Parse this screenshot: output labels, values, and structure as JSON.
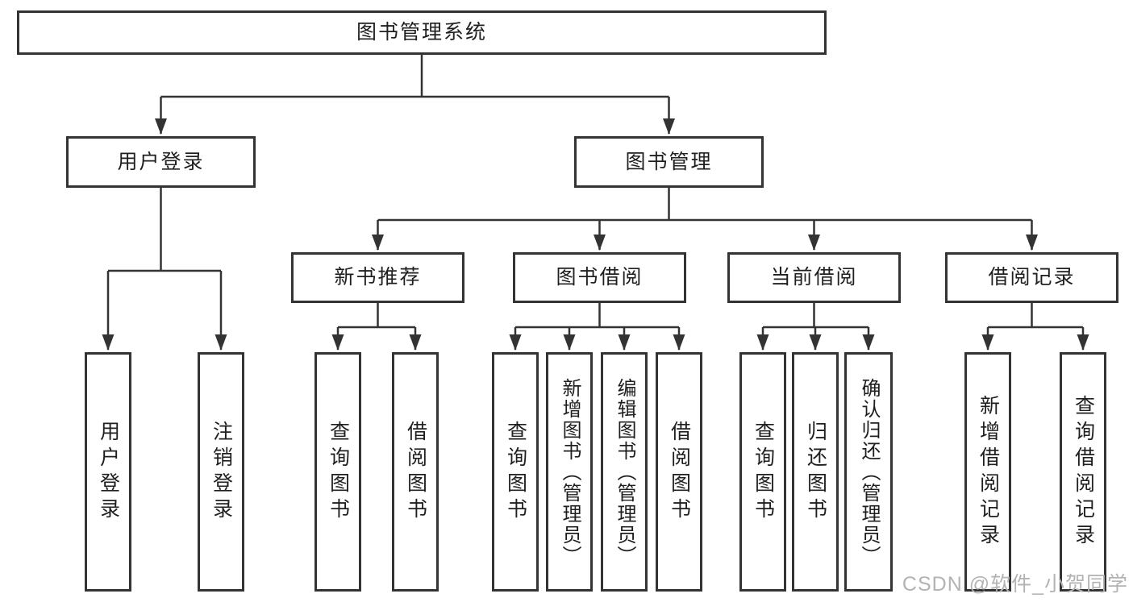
{
  "diagram_title": "图书管理系统",
  "watermark": "CSDN @软件_小贺同学",
  "colors": {
    "line": "#333333",
    "border": "#333333",
    "text": "#1f1f1f",
    "background": "#ffffff",
    "watermark": "#b3b3b3"
  },
  "nodes": {
    "root": {
      "label": "图书管理系统"
    },
    "user_login": {
      "label": "用户登录"
    },
    "book_mgmt": {
      "label": "图书管理"
    },
    "new_book_rec": {
      "label": "新书推荐"
    },
    "book_borrow": {
      "label": "图书借阅"
    },
    "current_borrow": {
      "label": "当前借阅"
    },
    "borrow_record": {
      "label": "借阅记录"
    },
    "user_login_leaf": {
      "label": "用户登录"
    },
    "logout_leaf": {
      "label": "注销登录"
    },
    "query_book_a": {
      "label": "查询图书"
    },
    "borrow_book_a": {
      "label": "借阅图书"
    },
    "query_book_b": {
      "label": "查询图书"
    },
    "add_book": {
      "label": "新增图书（管理员）"
    },
    "edit_book": {
      "label": "编辑图书（管理员）"
    },
    "borrow_book_b": {
      "label": "借阅图书"
    },
    "query_book_c": {
      "label": "查询图书"
    },
    "return_book": {
      "label": "归还图书"
    },
    "confirm_return": {
      "label": "确认归还（管理员）"
    },
    "add_borrow_record": {
      "label": "新增借阅记录"
    },
    "query_borrow_record": {
      "label": "查询借阅记录"
    }
  },
  "structure": [
    {
      "parent": "图书管理系统",
      "children": [
        "用户登录",
        "图书管理"
      ]
    },
    {
      "parent": "用户登录",
      "children": [
        "用户登录",
        "注销登录"
      ]
    },
    {
      "parent": "图书管理",
      "children": [
        "新书推荐",
        "图书借阅",
        "当前借阅",
        "借阅记录"
      ]
    },
    {
      "parent": "新书推荐",
      "children": [
        "查询图书",
        "借阅图书"
      ]
    },
    {
      "parent": "图书借阅",
      "children": [
        "查询图书",
        "新增图书（管理员）",
        "编辑图书（管理员）",
        "借阅图书"
      ]
    },
    {
      "parent": "当前借阅",
      "children": [
        "查询图书",
        "归还图书",
        "确认归还（管理员）"
      ]
    },
    {
      "parent": "借阅记录",
      "children": [
        "新增借阅记录",
        "查询借阅记录"
      ]
    }
  ]
}
